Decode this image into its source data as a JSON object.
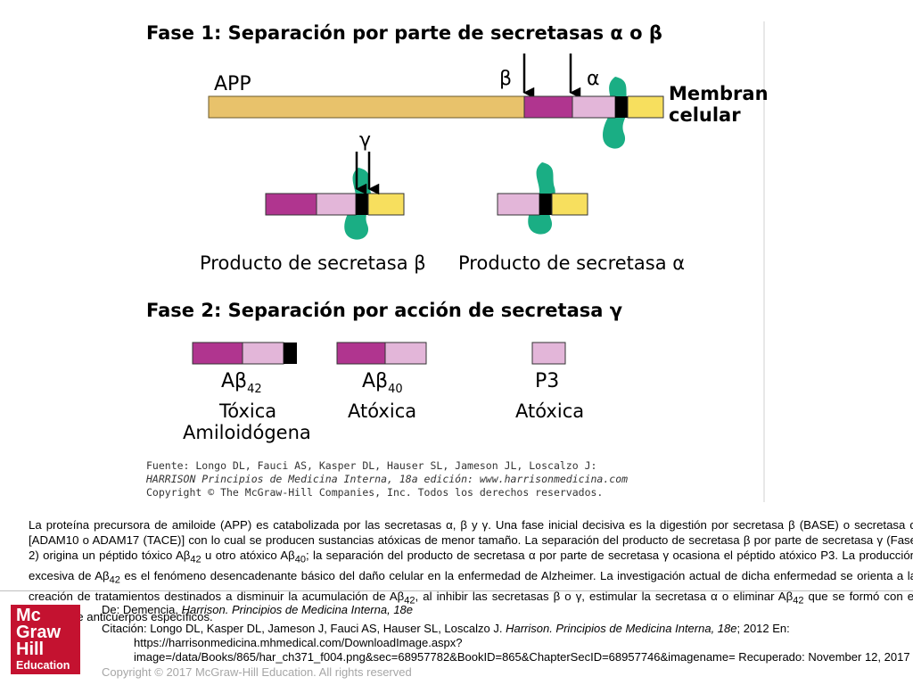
{
  "figure": {
    "phase1_title": "Fase 1: Separación por parte de secretasas α o β",
    "app_label": "APP",
    "beta_label": "β",
    "alpha_label": "α",
    "gamma_label": "γ",
    "membrane_line1": "Membrana",
    "membrane_line2": "celular",
    "beta_product_label": "Producto de secretasa β",
    "alpha_product_label": "Producto de secretasa α",
    "phase2_title": "Fase 2: Separación por acción de secretasa γ",
    "ab42_label": "Aβ",
    "ab42_sub": "42",
    "ab42_desc1": "Tóxica",
    "ab42_desc2": "Amiloidógena",
    "ab40_label": "Aβ",
    "ab40_sub": "40",
    "ab40_desc": "Atóxica",
    "p3_label": "P3",
    "p3_desc": "Atóxica",
    "source_line1": "Fuente: Longo DL, Fauci AS, Kasper DL, Hauser SL, Jameson JL, Loscalzo J:",
    "source_line2": "HARRISON Principios de Medicina Interna, 18a edición: www.harrisonmedicina.com",
    "source_line3": "Copyright © The McGraw-Hill Companies, Inc. Todos los derechos reservados.",
    "colors": {
      "app_body": "#e8c26b",
      "beta_segment": "#b0358f",
      "light_segment": "#e3b6d9",
      "dark_segment": "#000000",
      "yellow_segment": "#f7df5e",
      "membrane": "#1aae84"
    }
  },
  "caption": {
    "part1": "La proteína precursora de amiloide (APP) es catabolizada por las secretasas α, β y γ. Una fase inicial decisiva es la digestión por secretasa β (BASE) o secretasa α [ADAM10 o ADAM17 (TACE)] con lo cual se producen sustancias atóxicas de menor tamaño. La separación del producto de secretasa β por parte de secretasa γ (Fase 2) origina un péptido tóxico Aβ",
    "sub1": "42",
    "part2": " u otro atóxico Aβ",
    "sub2": "40",
    "part3": "; la separación del producto de secretasa α por parte de secretasa γ ocasiona el péptido atóxico P3. La producción excesiva de Aβ",
    "sub3": "42",
    "part4": " es el fenómeno desencadenante básico del daño celular en la enfermedad de Alzheimer. La investigación actual de dicha enfermedad se orienta a la creación de tratamientos destinados a disminuir la acumulación de Aβ",
    "sub4": "42",
    "part5": ", al inhibir las secretasas β o γ, estimular la secretasa α o eliminar Aβ",
    "sub5": "42",
    "part6": " que se formó con el empleo de anticuerpos específicos."
  },
  "footer": {
    "logo_line1": "Mc",
    "logo_line2": "Graw",
    "logo_line3": "Hill",
    "logo_line4": "Education",
    "from_prefix": "De: Demencia, ",
    "from_title": "Harrison. Principios de Medicina Interna, 18e",
    "citation_prefix": "Citación: Longo DL, Kasper DL, Jameson J, Fauci AS, Hauser SL, Loscalzo J",
    "citation_sep": ". ",
    "citation_title": "Harrison. Principios de Medicina Interna, 18e",
    "citation_rest": "; 2012 En: https://harrisonmedicina.mhmedical.com/DownloadImage.aspx?image=/data/Books/865/har_ch371_f004.png&sec=68957782&BookID=865&ChapterSecID=68957746&imagename= Recuperado: November 12, 2017",
    "copyright": "Copyright © 2017 McGraw-Hill Education. All rights reserved"
  }
}
